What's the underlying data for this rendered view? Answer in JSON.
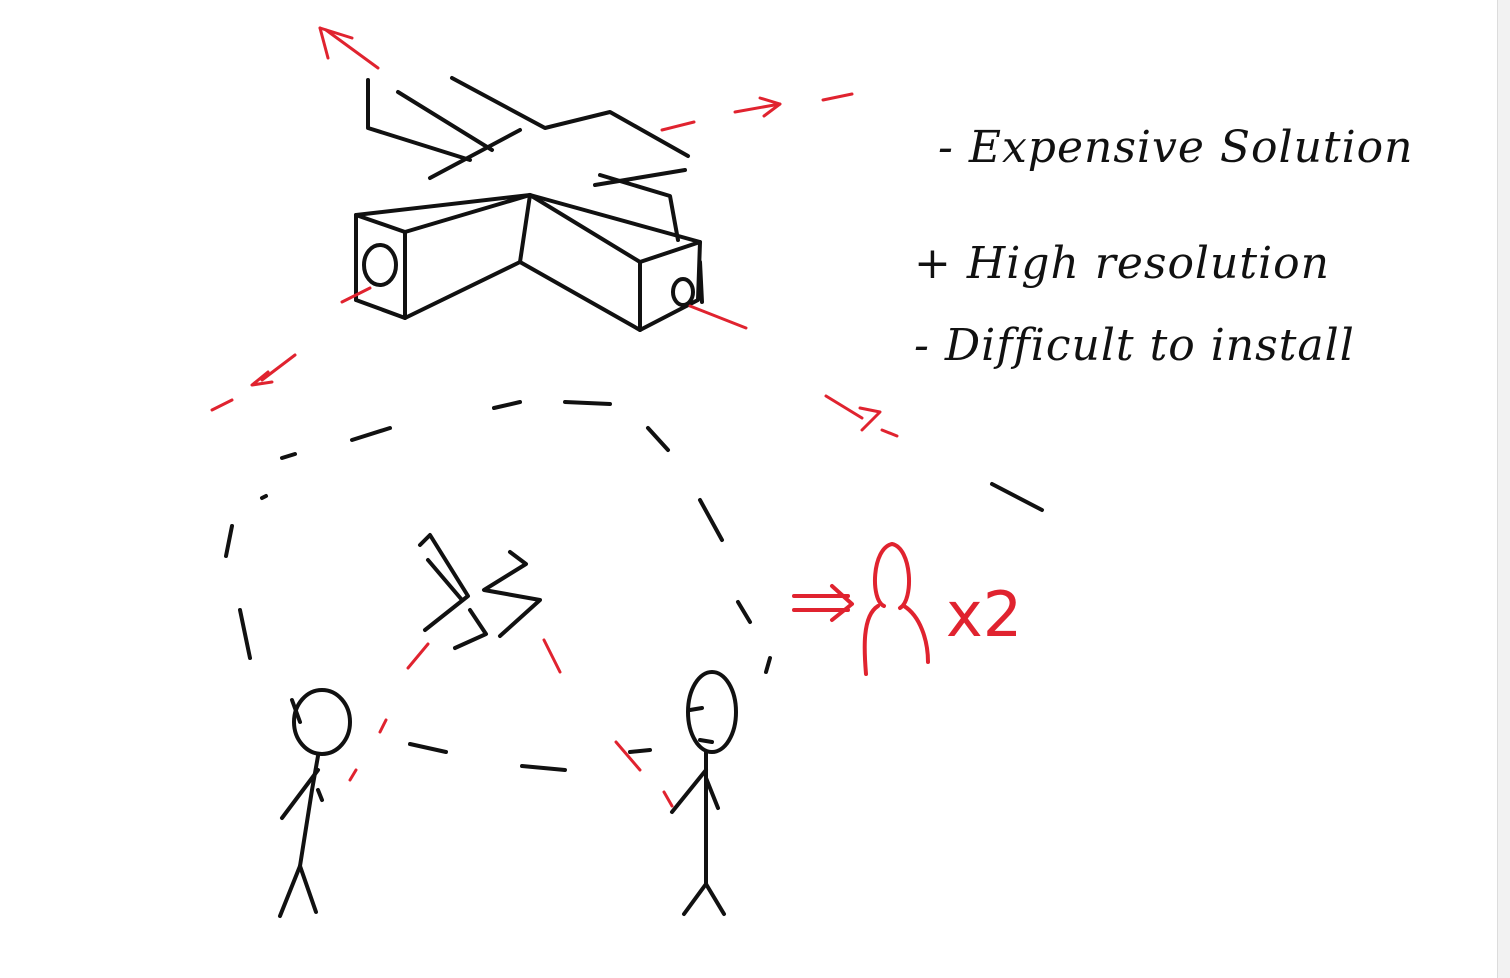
{
  "notes": {
    "item1": "- Expensive Solution",
    "item2": "+ High resolution",
    "item3": "- Difficult to install"
  },
  "person_count": "x2",
  "colors": {
    "ink": "#111111",
    "accent": "#e0232f",
    "background": "#ffffff"
  }
}
